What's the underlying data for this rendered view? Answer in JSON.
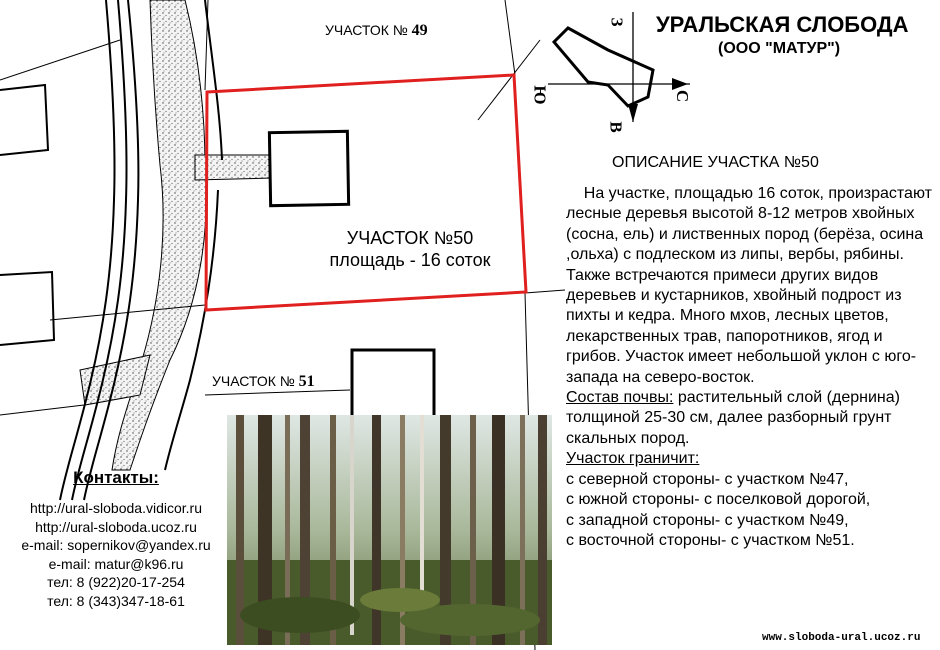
{
  "header": {
    "title": "УРАЛЬСКАЯ СЛОБОДА",
    "subtitle": "(ООО \"МАТУР\")"
  },
  "compass": {
    "north": "С",
    "south": "Ю",
    "east": "В",
    "west": "З"
  },
  "plots": {
    "plot49": {
      "prefix": "УЧАСТОК № ",
      "number": "49"
    },
    "plot51": {
      "prefix": "УЧАСТОК № ",
      "number": "51"
    },
    "plot50_line1": "УЧАСТОК №50",
    "plot50_line2": "площадь - 16 соток"
  },
  "description": {
    "heading": "ОПИСАНИЕ УЧАСТКА №50",
    "text": "    На участке, площадью 16 соток, произрастают лесные деревья высотой 8-12 метров хвойных (сосна, ель) и лиственных пород (берёза, осина ,ольха) с подлеском из липы, вербы, рябины. Также встречаются примеси других видов деревьев и кустарников, хвойный подрост из пихты и кедра. Много мхов, лесных цветов, лекарственных трав, папоротников, ягод и грибов. Участок имеет небольшой уклон с юго-запада на северо-восток.",
    "soil_label": "Состав почвы:",
    "soil_text": " растительный слой (дернина) толщиной 25-30 см, далее разборный грунт скальных пород.",
    "borders_label": "Участок граничит:",
    "borders": [
      "с северной стороны- с участком №47,",
      "с южной стороны- с поселковой дорогой,",
      "с западной стороны- с участком №49,",
      "с восточной стороны- с участком №51."
    ]
  },
  "contacts": {
    "heading": "Контакты:",
    "lines": [
      "http://ural-sloboda.vidicor.ru",
      "http://ural-sloboda.ucoz.ru",
      "e-mail: sopernikov@yandex.ru",
      "e-mail: matur@k96.ru",
      "тел: 8 (922)20-17-254",
      "тел: 8 (343)347-18-61"
    ]
  },
  "footer": {
    "website": "www.sloboda-ural.ucoz.ru"
  },
  "colors": {
    "plot_border": "#e0201e",
    "map_lines": "#000000",
    "road_fill": "#f3f3f3"
  }
}
